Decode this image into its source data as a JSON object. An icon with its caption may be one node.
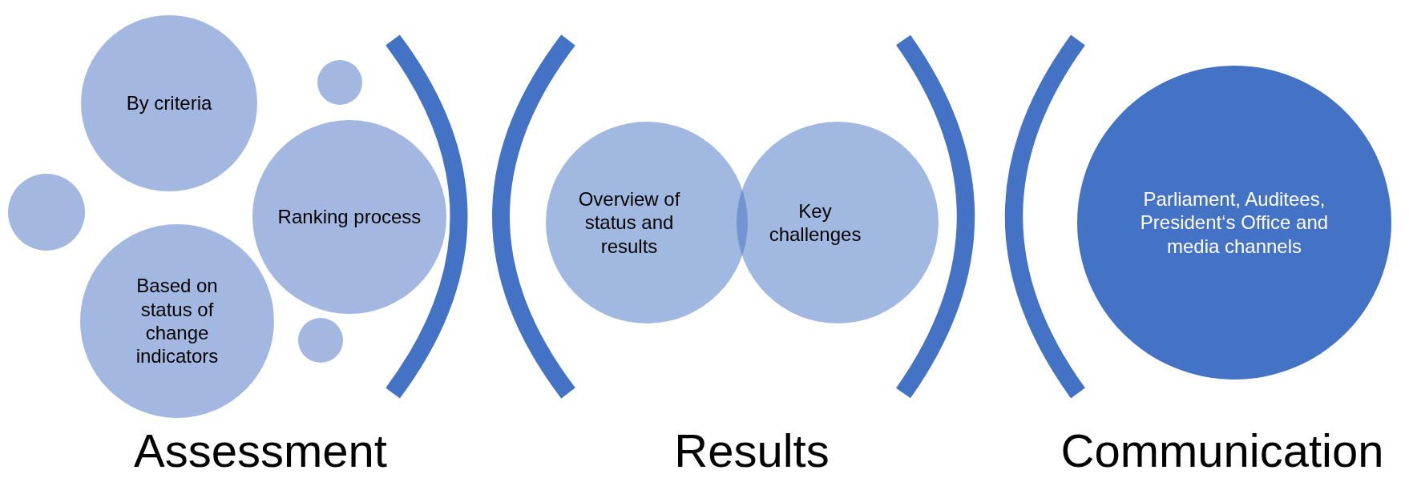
{
  "diagram": {
    "nodes": [
      {
        "text": [],
        "shape": "circle"
      },
      {
        "text": [
          "By criteria"
        ]
      },
      {
        "text": [
          "Based on status of change indicators"
        ]
      },
      {
        "text": [],
        "shape": "circle"
      },
      {
        "text": [
          "Ranking process"
        ]
      },
      {
        "text": [],
        "shape": "circle"
      },
      {
        "text": [
          "Overview of status and results"
        ]
      },
      {
        "text": [
          "Key challenges"
        ]
      },
      {
        "text": [
          "Parliament, Auditees, President‘s Office and media channels"
        ]
      }
    ],
    "edges": [],
    "labels": [
      "Assessment",
      "Results",
      "Communication"
    ]
  }
}
